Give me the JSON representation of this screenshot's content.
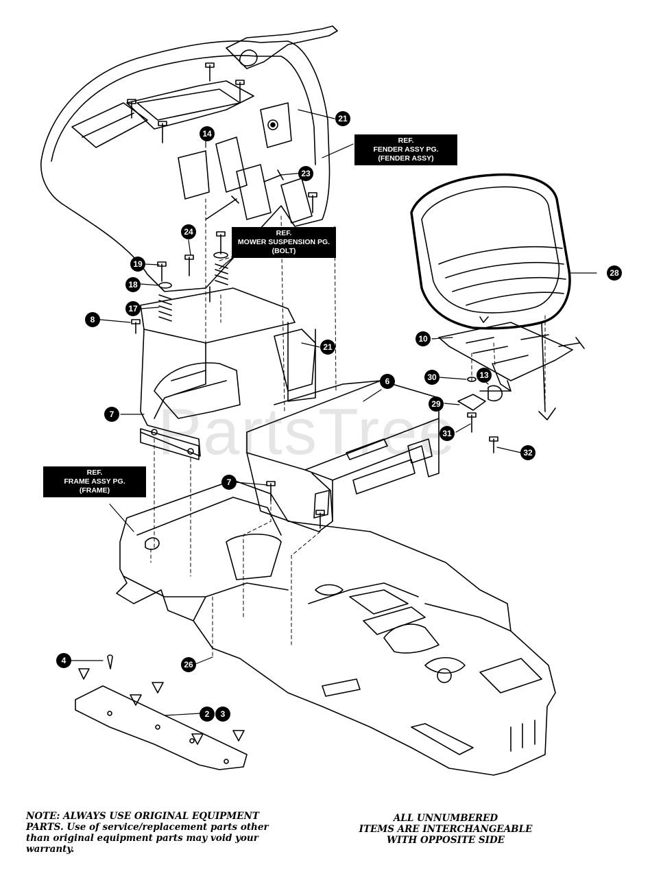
{
  "watermark": "PartsTree",
  "refs": {
    "fender": [
      "REF.",
      "FENDER ASSY PG.",
      "(FENDER ASSY)"
    ],
    "mower": [
      "REF.",
      "MOWER SUSPENSION PG.",
      "(BOLT)"
    ],
    "frame": [
      "REF.",
      "FRAME ASSY PG.",
      "(FRAME)"
    ]
  },
  "callouts": {
    "c21a": "21",
    "c14": "14",
    "c23": "23",
    "c24": "24",
    "c19": "19",
    "c18": "18",
    "c17": "17",
    "c8": "8",
    "c21b": "21",
    "c7a": "7",
    "c6": "6",
    "c7b": "7",
    "c28": "28",
    "c10": "10",
    "c30": "30",
    "c13": "13",
    "c29": "29",
    "c31": "31",
    "c32": "32",
    "c4": "4",
    "c26": "26",
    "c2": "2",
    "c3": "3"
  },
  "notes": {
    "left": [
      "NOTE: ALWAYS USE ORIGINAL EQUIPMENT",
      "PARTS. Use of service/replacement parts other",
      "than original equipment parts may void your",
      "warranty."
    ],
    "right": [
      "ALL UNNUMBERED",
      "ITEMS ARE INTERCHANGEABLE",
      "WITH OPPOSITE SIDE"
    ]
  }
}
